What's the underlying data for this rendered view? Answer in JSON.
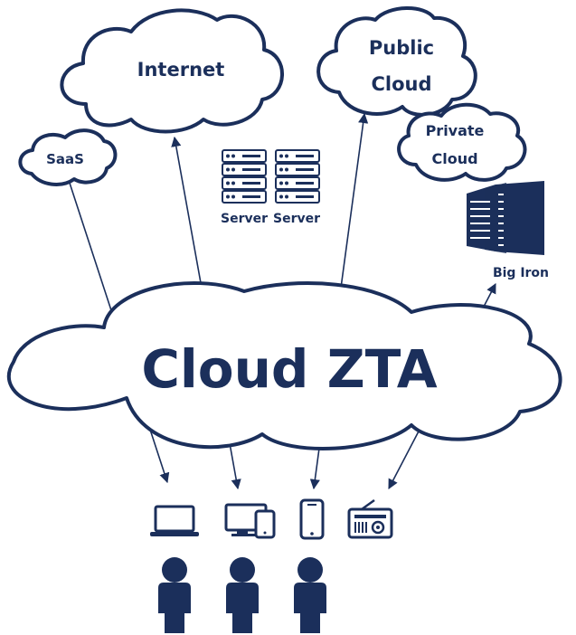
{
  "colors": {
    "primary": "#1b2f5b",
    "background": "#ffffff"
  },
  "clouds": {
    "internet": "Internet",
    "public_line1": "Public",
    "public_line2": "Cloud",
    "saas": "SaaS",
    "private_line1": "Private",
    "private_line2": "Cloud",
    "center": "Cloud ZTA"
  },
  "servers": {
    "left": "Server",
    "right": "Server"
  },
  "big_iron": "Big Iron",
  "devices": [
    "laptop-icon",
    "desktop-tablet-icon",
    "smartphone-icon",
    "radio-icon"
  ],
  "users": [
    "user-icon",
    "user-icon",
    "user-icon"
  ]
}
